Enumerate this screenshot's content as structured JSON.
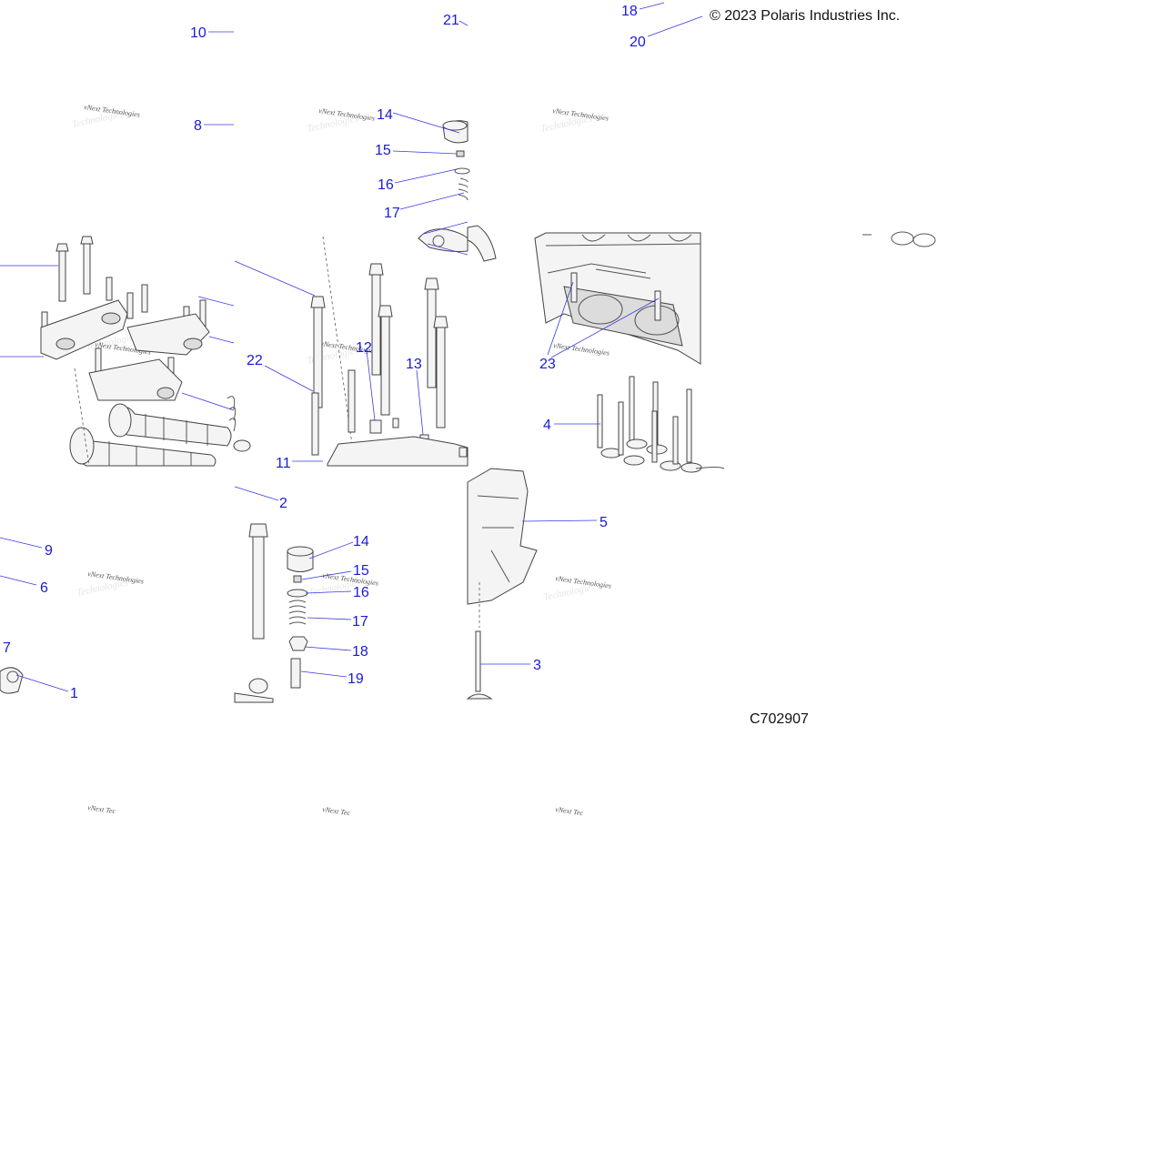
{
  "copyright": "© 2023 Polaris Industries Inc.",
  "drawing_code": "C702907",
  "watermark_text": "vNext Technologies",
  "watermark_partial": "vNext Tec",
  "callouts": {
    "c1": "1",
    "c2": "2",
    "c3": "3",
    "c4": "4",
    "c5": "5",
    "c6": "6",
    "c7": "7",
    "c8": "8",
    "c9": "9",
    "c10": "10",
    "c11": "11",
    "c12": "12",
    "c13": "13",
    "c14a": "14",
    "c14b": "14",
    "c15a": "15",
    "c15b": "15",
    "c16a": "16",
    "c16b": "16",
    "c17a": "17",
    "c17b": "17",
    "c18a": "18",
    "c18b": "18",
    "c19": "19",
    "c20": "20",
    "c21": "21",
    "c22": "22",
    "c23": "23"
  },
  "colors": {
    "callout": "#1a1ad6",
    "line": "#444444"
  }
}
